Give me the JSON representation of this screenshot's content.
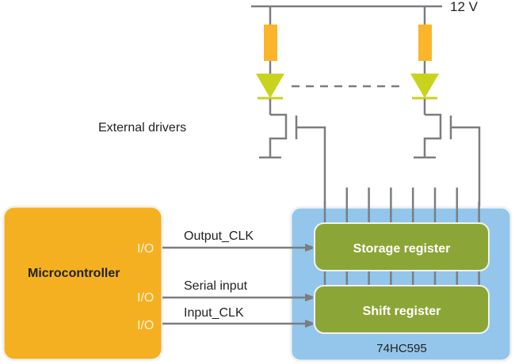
{
  "supply": {
    "label": "12 V"
  },
  "external_drivers": {
    "label": "External drivers"
  },
  "microcontroller": {
    "label": "Microcontroller",
    "pins": [
      "I/O",
      "I/O",
      "I/O"
    ]
  },
  "signals": [
    {
      "label": "Output_CLK",
      "target": "Storage register"
    },
    {
      "label": "Serial input",
      "target": "Shift register"
    },
    {
      "label": "Input_CLK",
      "target": "Shift register"
    }
  ],
  "chip": {
    "label": "74HC595",
    "storage_register": "Storage register",
    "shift_register": "Shift register",
    "outputs": 8
  },
  "colors": {
    "microcontroller": "#f5b021",
    "chip": "#93c6ea",
    "register": "#8ca537",
    "resistor": "#fbb52a",
    "led": "#c8d31e",
    "wire": "#7b7d80"
  }
}
